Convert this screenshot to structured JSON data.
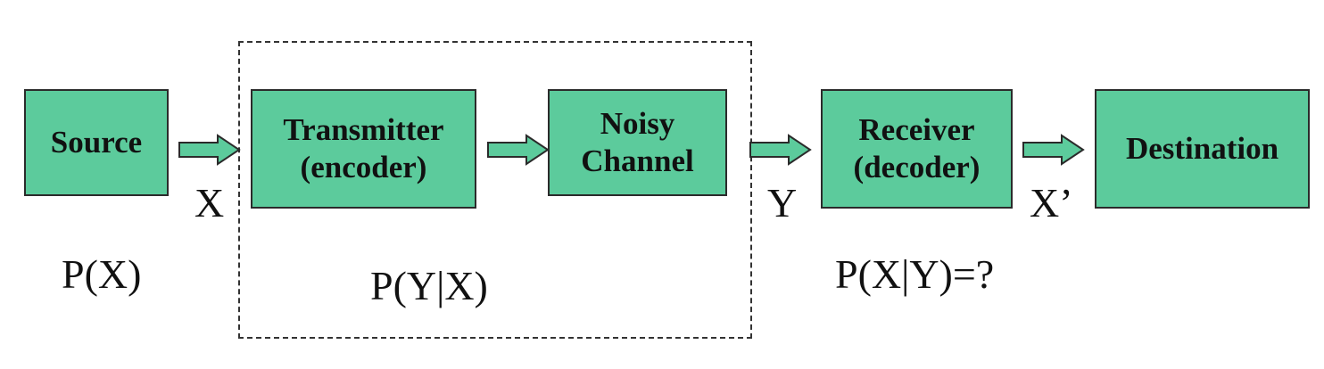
{
  "blocks": {
    "source": {
      "text": "Source"
    },
    "transmitter": {
      "line1": "Transmitter",
      "line2": "(encoder)"
    },
    "channel": {
      "line1": "Noisy",
      "line2": "Channel"
    },
    "receiver": {
      "line1": "Receiver",
      "line2": "(decoder)"
    },
    "destination": {
      "text": "Destination"
    }
  },
  "signals": {
    "x": "X",
    "y": "Y",
    "x_prime": "X’"
  },
  "probabilities": {
    "source": "P(X)",
    "channel": "P(Y|X)",
    "receiver": "P(X|Y)=?"
  },
  "colors": {
    "block_fill": "#5ccb9c",
    "block_border": "#2b2b2b",
    "arrow_fill": "#5ccb9c",
    "arrow_border": "#2b2b2b"
  }
}
